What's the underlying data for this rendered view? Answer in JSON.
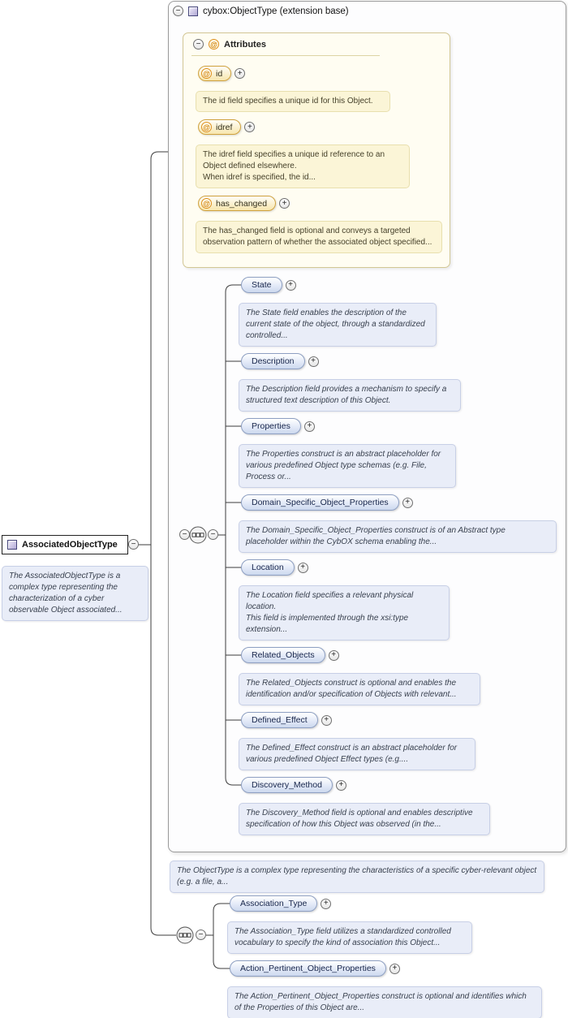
{
  "icons": {
    "plus": "+",
    "minus": "−",
    "at": "@"
  },
  "panel": {
    "title": "cybox:ObjectType (extension base)"
  },
  "attributes": {
    "label": "Attributes",
    "items": [
      {
        "name": "id",
        "doc": "The id field specifies a unique id for this Object."
      },
      {
        "name": "idref",
        "doc": "The idref field specifies a unique id reference to an Object defined elsewhere.\nWhen idref is specified, the id..."
      },
      {
        "name": "has_changed",
        "doc": "The has_changed field is optional and conveys a targeted observation pattern of whether the associated object specified..."
      }
    ]
  },
  "elements": [
    {
      "name": "State",
      "doc": "The State field enables the description of the current state of the object, through a standardized controlled..."
    },
    {
      "name": "Description",
      "doc": "The Description field provides a mechanism to specify a structured text description of this Object."
    },
    {
      "name": "Properties",
      "doc": "The Properties construct is an abstract placeholder for various predefined Object type schemas (e.g. File, Process or..."
    },
    {
      "name": "Domain_Specific_Object_Properties",
      "doc": "The Domain_Specific_Object_Properties construct is of an Abstract type placeholder within the CybOX schema enabling the..."
    },
    {
      "name": "Location",
      "doc": "The Location field specifies a relevant physical location.\nThis field is implemented through the xsi:type extension..."
    },
    {
      "name": "Related_Objects",
      "doc": "The Related_Objects construct is optional and enables the identification and/or specification of Objects with relevant..."
    },
    {
      "name": "Defined_Effect",
      "doc": "The Defined_Effect construct is an abstract placeholder for various predefined Object Effect types (e.g...."
    },
    {
      "name": "Discovery_Method",
      "doc": "The Discovery_Method field is optional and enables descriptive specification of how this Object was observed (in the..."
    }
  ],
  "left_node": {
    "label": "AssociatedObjectType",
    "doc": "The AssociatedObjectType is a complex type representing the characterization of a cyber observable Object associated..."
  },
  "object_type_note": "The ObjectType is a complex type representing the characteristics of a specific cyber-relevant object (e.g. a file, a...",
  "bottom_elements": [
    {
      "name": "Association_Type",
      "doc": "The Association_Type field utilizes a standardized controlled vocabulary to specify the kind of association this Object..."
    },
    {
      "name": "Action_Pertinent_Object_Properties",
      "doc": "The Action_Pertinent_Object_Properties construct is optional and identifies which of the Properties of this Object are..."
    }
  ]
}
